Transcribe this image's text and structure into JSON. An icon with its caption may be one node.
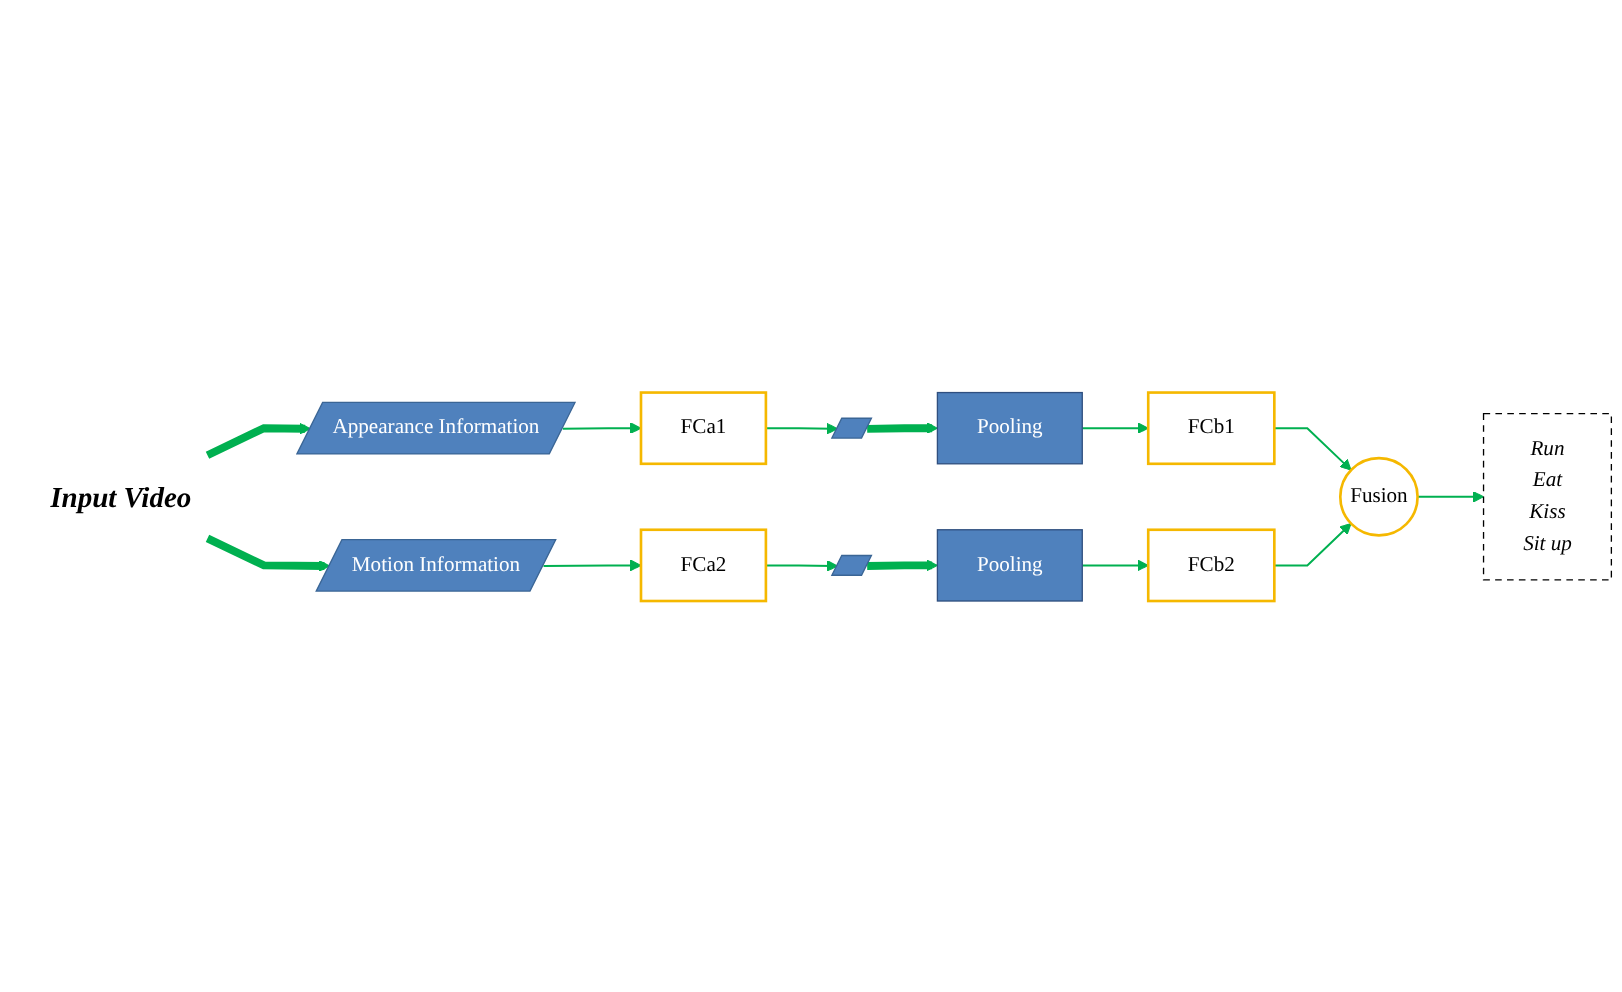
{
  "diagram": {
    "nodes": [
      {
        "text": [
          "Input Video"
        ]
      },
      {
        "text": [
          "Appearance Information"
        ]
      },
      {
        "text": [
          "FCa1"
        ]
      },
      {
        "text": [],
        "shape": "bar"
      },
      {
        "text": [
          "Pooling"
        ]
      },
      {
        "text": [
          "FCb1"
        ]
      },
      {
        "text": [
          "Motion Information"
        ]
      },
      {
        "text": [
          "FCa2"
        ]
      },
      {
        "text": [],
        "shape": "bar"
      },
      {
        "text": [
          "Pooling"
        ]
      },
      {
        "text": [
          "FCb2"
        ]
      },
      {
        "text": [
          "Fusion"
        ]
      },
      {
        "text": [
          "Run",
          "Eat",
          "Kiss",
          "Sit up"
        ]
      }
    ],
    "edges": [
      {
        "from": 0,
        "to": 1,
        "arrow": "to",
        "style": "thick"
      },
      {
        "from": 0,
        "to": 6,
        "arrow": "to",
        "style": "thick"
      },
      {
        "from": 1,
        "to": 2,
        "arrow": "to"
      },
      {
        "from": 2,
        "to": 3,
        "arrow": "to"
      },
      {
        "from": 3,
        "to": 4,
        "arrow": "to",
        "style": "thick"
      },
      {
        "from": 4,
        "to": 5,
        "arrow": "to"
      },
      {
        "from": 5,
        "to": 11,
        "arrow": "to"
      },
      {
        "from": 6,
        "to": 7,
        "arrow": "to"
      },
      {
        "from": 7,
        "to": 8,
        "arrow": "to"
      },
      {
        "from": 8,
        "to": 9,
        "arrow": "to",
        "style": "thick"
      },
      {
        "from": 9,
        "to": 10,
        "arrow": "to"
      },
      {
        "from": 10,
        "to": 11,
        "arrow": "to"
      },
      {
        "from": 11,
        "to": 12,
        "arrow": "to"
      }
    ]
  }
}
